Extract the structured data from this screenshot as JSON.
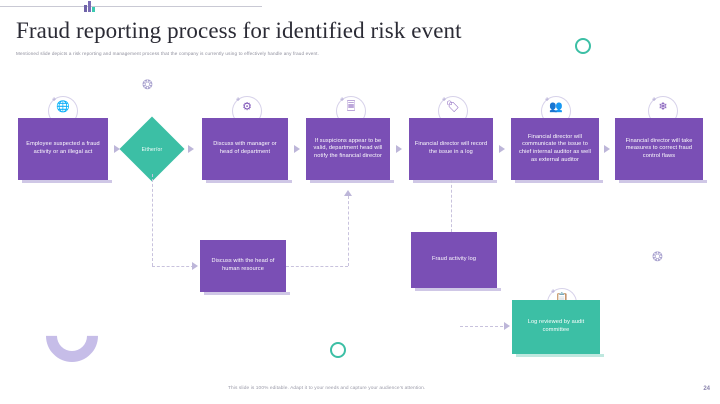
{
  "header": {
    "title": "Fraud reporting process for identified risk event",
    "subtitle": "Mentioned slide depicts a risk reporting and management process that the company is currently using to effectively handle any fraud event."
  },
  "footer": {
    "note": "This slide is 100% editable. Adapt it to your needs and capture your audience's attention.",
    "page_number": "24"
  },
  "flow": {
    "decision": {
      "label": "Either/or"
    },
    "steps": [
      {
        "label": "Employee suspected a fraud activity or an illegal act",
        "icon": "globe-magnifier-icon",
        "color": "#7a4fb5"
      },
      {
        "label": "Discuss with manager or head of department",
        "icon": "gear-person-icon",
        "color": "#7a4fb5"
      },
      {
        "label": "If suspicions appear to be valid, department head will notify the financial director",
        "icon": "documents-icon",
        "color": "#7a4fb5"
      },
      {
        "label": "Financial director will record the issue in a log",
        "icon": "tag-icon",
        "color": "#7a4fb5"
      },
      {
        "label": "Financial director will communicate the issue to chief internal auditor as well as external auditor",
        "icon": "two-people-icon",
        "color": "#7a4fb5"
      },
      {
        "label": "Financial director will take measures to correct fraud control flaws",
        "icon": "gear-icon",
        "color": "#7a4fb5"
      }
    ],
    "branch": {
      "label": "Discuss with the head of human resource",
      "color": "#7a4fb5"
    },
    "log": {
      "label": "Fraud activity log",
      "color": "#7a4fb5"
    },
    "review": {
      "label": "Log reviewed by audit committee",
      "icon": "clipboard-check-icon",
      "color": "#3cbfa5"
    }
  },
  "theme": {
    "purple": "#7a4fb5",
    "teal": "#3cbfa5",
    "shadow": "#cfc7e6",
    "connector": "#bdb6d9",
    "title_color": "#2b2b35"
  }
}
